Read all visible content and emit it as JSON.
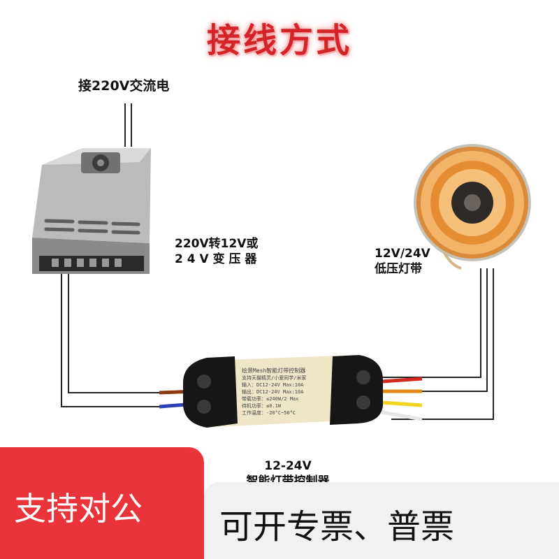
{
  "header": {
    "title": "接线方式"
  },
  "labels": {
    "ac_input": "接220V交流电",
    "transformer_line1": "220V转12V或",
    "transformer_line2": "2 4  V 变 压 器",
    "strip_line1": "12V/24V",
    "strip_line2": "低压灯带",
    "controller_line1": "12-24V",
    "controller_line2": "智能灯带控制器"
  },
  "controller_sticker": {
    "line1": "绘景Mesh智能灯带控制器",
    "line2": "支持天猫精灵/小爱同学/米家",
    "line3": "输入：DC12-24V Max:10A",
    "line4": "输出：DC12-24V Max:10A",
    "line5": "带载功率：≤240W/2 Max",
    "line6": "待机功率：≤0.1W",
    "line7": "工作温度：-20°C~50°C"
  },
  "banner": {
    "left_text": "支持对公",
    "right_text": "可开专票、普票"
  },
  "colors": {
    "title": "#d4242a",
    "banner_left": "#e8343a",
    "banner_right": "#f1f1f1"
  },
  "icons": [
    "power-supply-icon",
    "led-strip-reel-icon",
    "controller-box-icon"
  ]
}
